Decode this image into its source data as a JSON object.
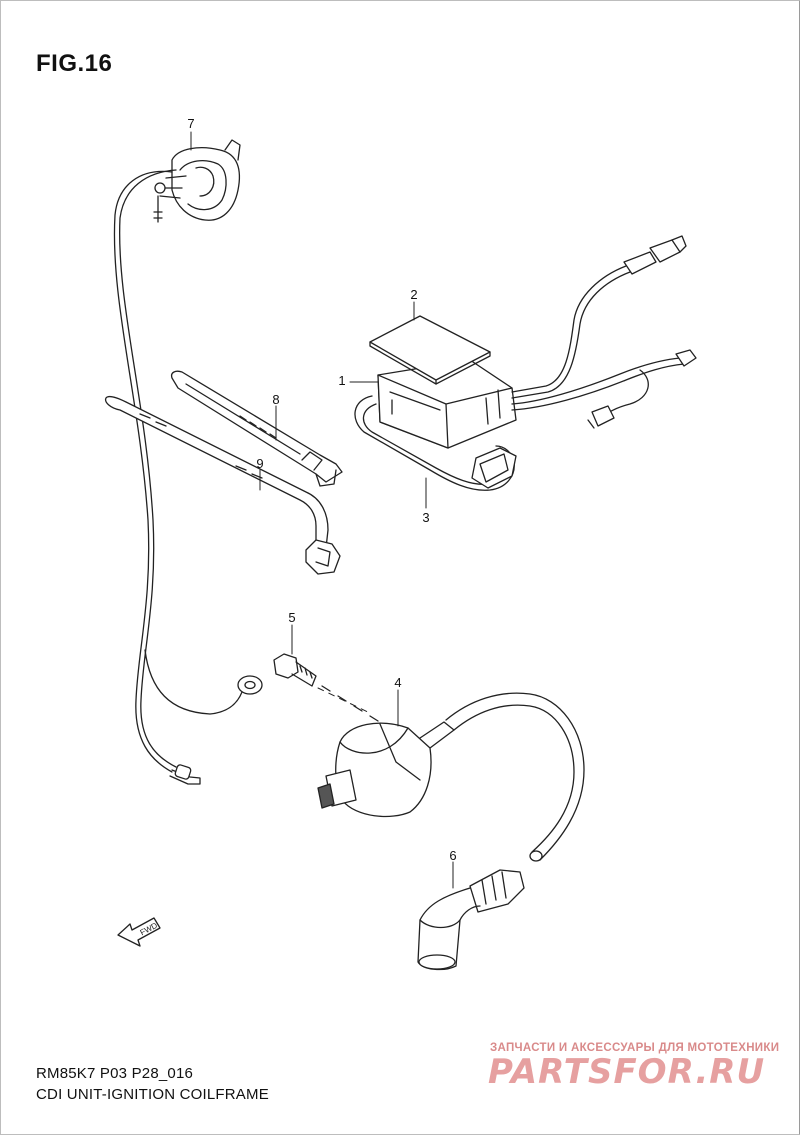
{
  "figure": {
    "title": "FIG.16"
  },
  "callouts": [
    {
      "number": "1"
    },
    {
      "number": "2"
    },
    {
      "number": "3"
    },
    {
      "number": "4"
    },
    {
      "number": "5"
    },
    {
      "number": "6"
    },
    {
      "number": "7"
    },
    {
      "number": "8"
    },
    {
      "number": "9"
    }
  ],
  "direction_badge": {
    "text": "FWD"
  },
  "footer": {
    "model_code": "RM85K7 P03 P28_016",
    "description": "CDI UNIT-IGNITION COILFRAME"
  },
  "watermark": {
    "tagline": "ЗАПЧАСТИ И АКСЕССУАРЫ ДЛЯ МОТОТЕХНИКИ",
    "brand": "PARTSFOR.RU"
  }
}
